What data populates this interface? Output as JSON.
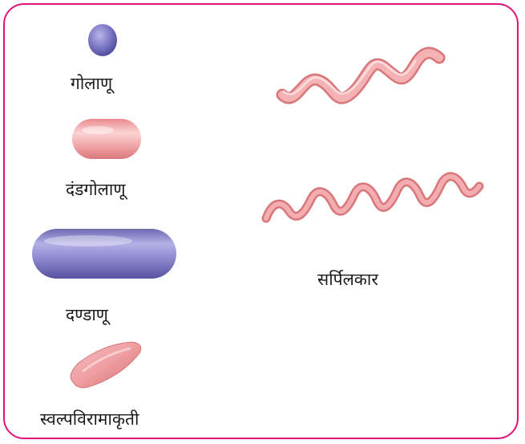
{
  "diagram": {
    "border_color": "#e0137a",
    "shapes": {
      "coccus": {
        "label": "गोलाणू",
        "color": "#6f6fb8"
      },
      "coccobacillus": {
        "label": "दंडगोलाणू",
        "color": "#f0a3a5"
      },
      "bacillus": {
        "label": "दण्डाणू",
        "color": "#8a84c9"
      },
      "vibrio": {
        "label": "स्वल्पविरामाकृती",
        "color": "#ee9b9e"
      },
      "spirillum": {
        "label": "सर्पिलकार",
        "color": "#ee9b9e"
      }
    }
  }
}
